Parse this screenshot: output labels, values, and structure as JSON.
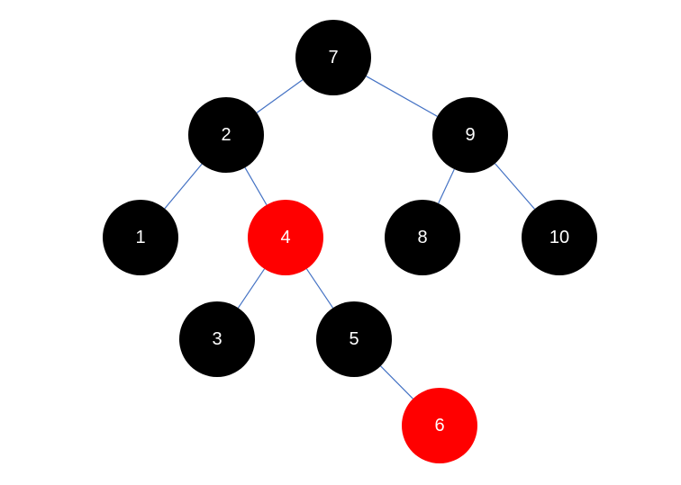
{
  "diagram": {
    "type": "red-black-tree",
    "colors": {
      "black": "#000000",
      "red": "#ff0000",
      "edge": "#4472c4",
      "label": "#ffffff"
    },
    "nodes": [
      {
        "id": "n7",
        "label": "7",
        "color": "black"
      },
      {
        "id": "n2",
        "label": "2",
        "color": "black"
      },
      {
        "id": "n9",
        "label": "9",
        "color": "black"
      },
      {
        "id": "n1",
        "label": "1",
        "color": "black"
      },
      {
        "id": "n4",
        "label": "4",
        "color": "red"
      },
      {
        "id": "n8",
        "label": "8",
        "color": "black"
      },
      {
        "id": "n10",
        "label": "10",
        "color": "black"
      },
      {
        "id": "n3",
        "label": "3",
        "color": "black"
      },
      {
        "id": "n5",
        "label": "5",
        "color": "black"
      },
      {
        "id": "n6",
        "label": "6",
        "color": "red"
      }
    ],
    "edges": [
      {
        "from": "n7",
        "to": "n2"
      },
      {
        "from": "n7",
        "to": "n9"
      },
      {
        "from": "n2",
        "to": "n1"
      },
      {
        "from": "n2",
        "to": "n4"
      },
      {
        "from": "n9",
        "to": "n8"
      },
      {
        "from": "n9",
        "to": "n10"
      },
      {
        "from": "n4",
        "to": "n3"
      },
      {
        "from": "n4",
        "to": "n5"
      },
      {
        "from": "n5",
        "to": "n6"
      }
    ]
  }
}
